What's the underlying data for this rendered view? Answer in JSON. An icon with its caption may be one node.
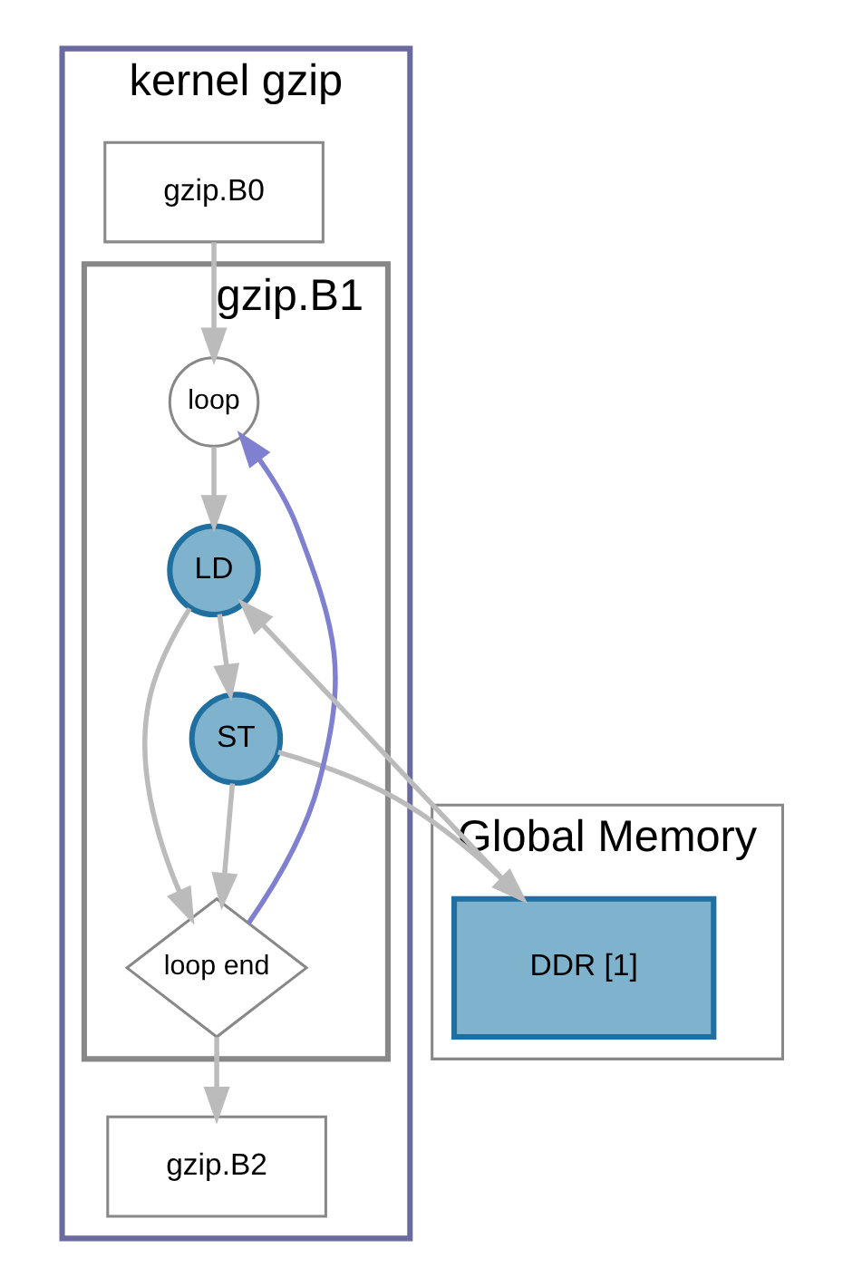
{
  "diagram": {
    "nodes": [
      {
        "text": [
          "kernel gzip"
        ]
      },
      {
        "text": [
          "gzip.B0"
        ],
        "in": 0
      },
      {
        "text": [
          "gzip.B1"
        ],
        "in": 0
      },
      {
        "text": [
          "loop"
        ],
        "in": 2
      },
      {
        "text": [
          "LD"
        ],
        "in": 2
      },
      {
        "text": [
          "ST"
        ],
        "in": 2
      },
      {
        "text": [
          "loop end"
        ],
        "in": 2
      },
      {
        "text": [
          "gzip.B2"
        ],
        "in": 0
      },
      {
        "text": [
          "Global Memory"
        ]
      },
      {
        "text": [
          "DDR [1]"
        ],
        "in": 8
      }
    ],
    "edges": [
      {
        "from": 1,
        "to": 3,
        "arrow": "to"
      },
      {
        "from": 3,
        "to": 4,
        "arrow": "to"
      },
      {
        "from": 4,
        "to": 5,
        "arrow": "to"
      },
      {
        "from": 4,
        "to": 6,
        "arrow": "to"
      },
      {
        "from": 5,
        "to": 6,
        "arrow": "to"
      },
      {
        "from": 6,
        "to": 3,
        "arrow": "to",
        "color": "#8080d0"
      },
      {
        "from": 6,
        "to": 7,
        "arrow": "to"
      },
      {
        "from": 5,
        "to": 9,
        "arrow": "to"
      },
      {
        "from": 9,
        "to": 4,
        "arrow": "to"
      }
    ]
  }
}
